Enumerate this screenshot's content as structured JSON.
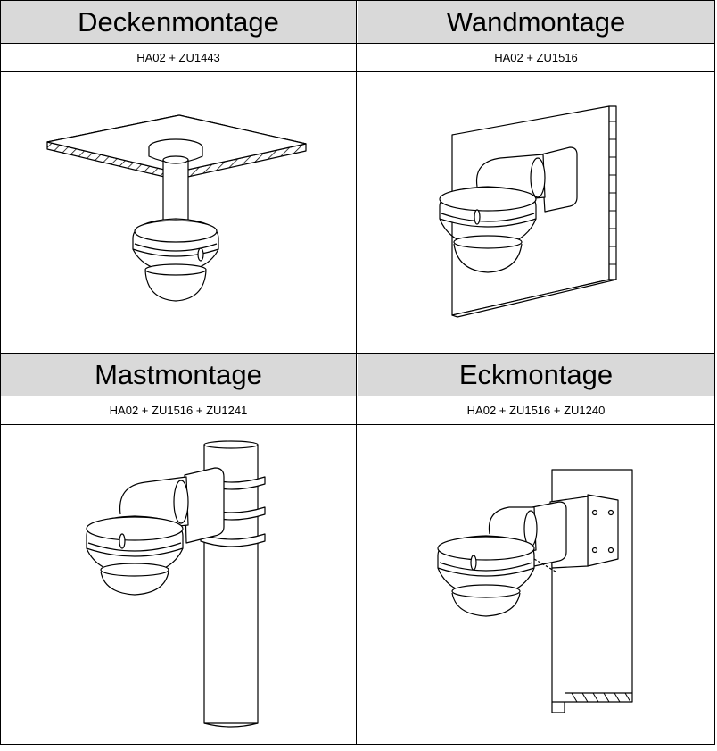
{
  "cells": [
    {
      "title": "Deckenmontage",
      "code": "HA02 + ZU1443"
    },
    {
      "title": "Wandmontage",
      "code": "HA02 + ZU1516"
    },
    {
      "title": "Mastmontage",
      "code": "HA02 + ZU1516 + ZU1241"
    },
    {
      "title": "Eckmontage",
      "code": "HA02 + ZU1516 + ZU1240"
    }
  ]
}
